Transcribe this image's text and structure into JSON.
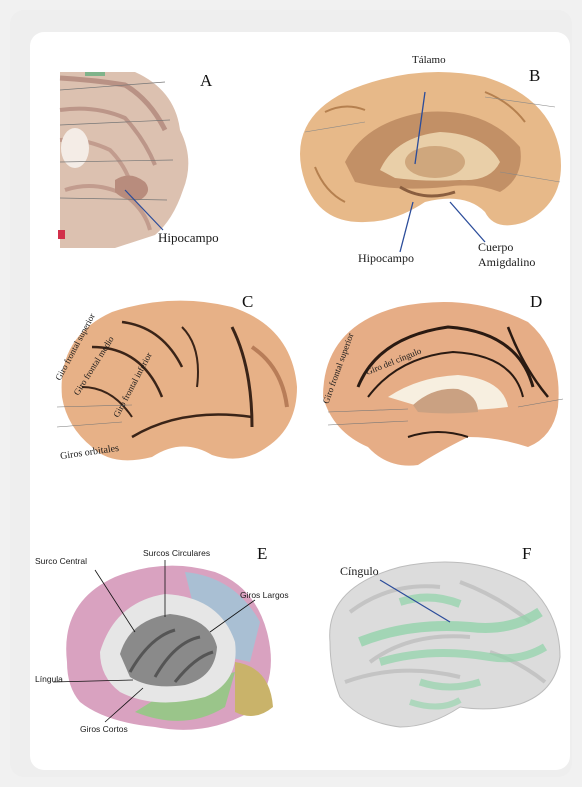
{
  "panels": {
    "a": {
      "letter": "A",
      "labels": {
        "hipocampo": "Hipocampo"
      }
    },
    "b": {
      "letter": "B",
      "labels": {
        "talamo": "Tálamo",
        "hipocampo": "Hipocampo",
        "cuerpo": "Cuerpo",
        "amigdalino": "Amigdalino"
      }
    },
    "c": {
      "letter": "C",
      "labels": {
        "giro_frontal_superior": "Giro frontal superior",
        "giro_frontal_medio": "Giro frontal medio",
        "giro_frontal_inferior": "Giro frontal inferior",
        "giros_orbitales": "Giros orbitales"
      }
    },
    "d": {
      "letter": "D",
      "labels": {
        "giro_frontal_superior": "Giro frontal superior",
        "giro_del_cingulo": "Giro del cíngulo"
      }
    },
    "e": {
      "letter": "E",
      "labels": {
        "surco_central": "Surco Central",
        "surcos_circulares": "Surcos Circulares",
        "giros_largos": "Giros Largos",
        "lingula": "Língula",
        "giros_cortos": "Giros Cortos"
      }
    },
    "f": {
      "letter": "F",
      "labels": {
        "cingulo": "Cíngulo"
      }
    }
  },
  "colors": {
    "brain_skin": "#e8b98c",
    "brain_dark": "#b9814f",
    "insula_gray": "#8a8a8a",
    "tract_green": "#8fd3a8",
    "pink": "#d9a2c0",
    "blue": "#a9bfd3",
    "green": "#9ac58a",
    "olive": "#c9b36a"
  }
}
